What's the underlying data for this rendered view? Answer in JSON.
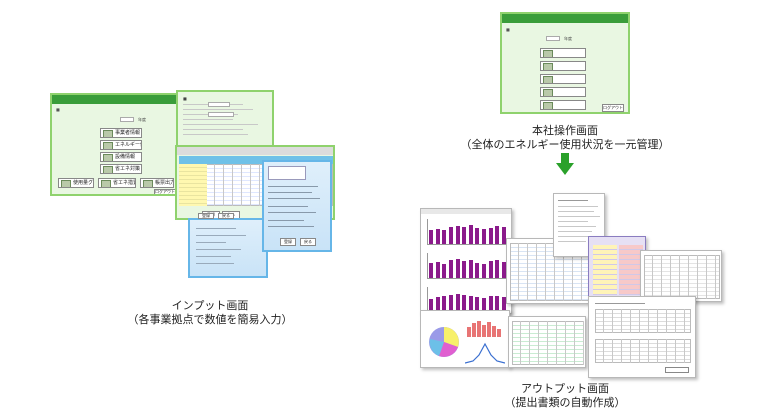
{
  "labels": {
    "honsha_title": "本社操作画面",
    "honsha_sub": "（全体のエネルギー使用状況を一元管理）",
    "input_title": "インプット画面",
    "input_sub": "（各事業拠点で数値を簡易入力）",
    "output_title": "アウトプット画面",
    "output_sub": "（提出書類の自動作成）"
  },
  "colors": {
    "green_border": "#8fd26d",
    "green_title_bar": "#3a9d3a",
    "blue_border": "#66b6e8",
    "arrow": "#2aa12a",
    "chart_bar": "#8b1a8b"
  },
  "icons": {
    "arrow": "down-arrow-icon"
  },
  "honsha_window": {
    "year_suffix": "年度",
    "buttons": [
      "",
      "",
      "",
      "",
      ""
    ],
    "exit_button": "ログアウト"
  },
  "input_menu_window": {
    "year_suffix": "年度",
    "buttons": [
      "事業者情報",
      "エネルギー使用量",
      "設備情報",
      "省エネ対策"
    ],
    "bottom_buttons": [
      "使用量グラフ",
      "省エネ措置状況",
      "帳票出力"
    ],
    "exit_button": "ログアウト"
  },
  "input_form_window": {
    "buttons": [
      "登録",
      "戻る"
    ]
  },
  "input_table_window": {
    "buttons": [
      "登録",
      "戻る"
    ]
  },
  "input_blue_window": {
    "buttons": [
      "登録",
      "戻る"
    ]
  },
  "output_chart_bars": [
    [
      0.55,
      0.62,
      0.58,
      0.7,
      0.72,
      0.68,
      0.75,
      0.66,
      0.6,
      0.64,
      0.71,
      0.69
    ],
    [
      0.6,
      0.66,
      0.55,
      0.74,
      0.78,
      0.7,
      0.72,
      0.62,
      0.58,
      0.68,
      0.73,
      0.65
    ],
    [
      0.5,
      0.58,
      0.62,
      0.66,
      0.7,
      0.64,
      0.6,
      0.55,
      0.52,
      0.6,
      0.63,
      0.57
    ]
  ]
}
